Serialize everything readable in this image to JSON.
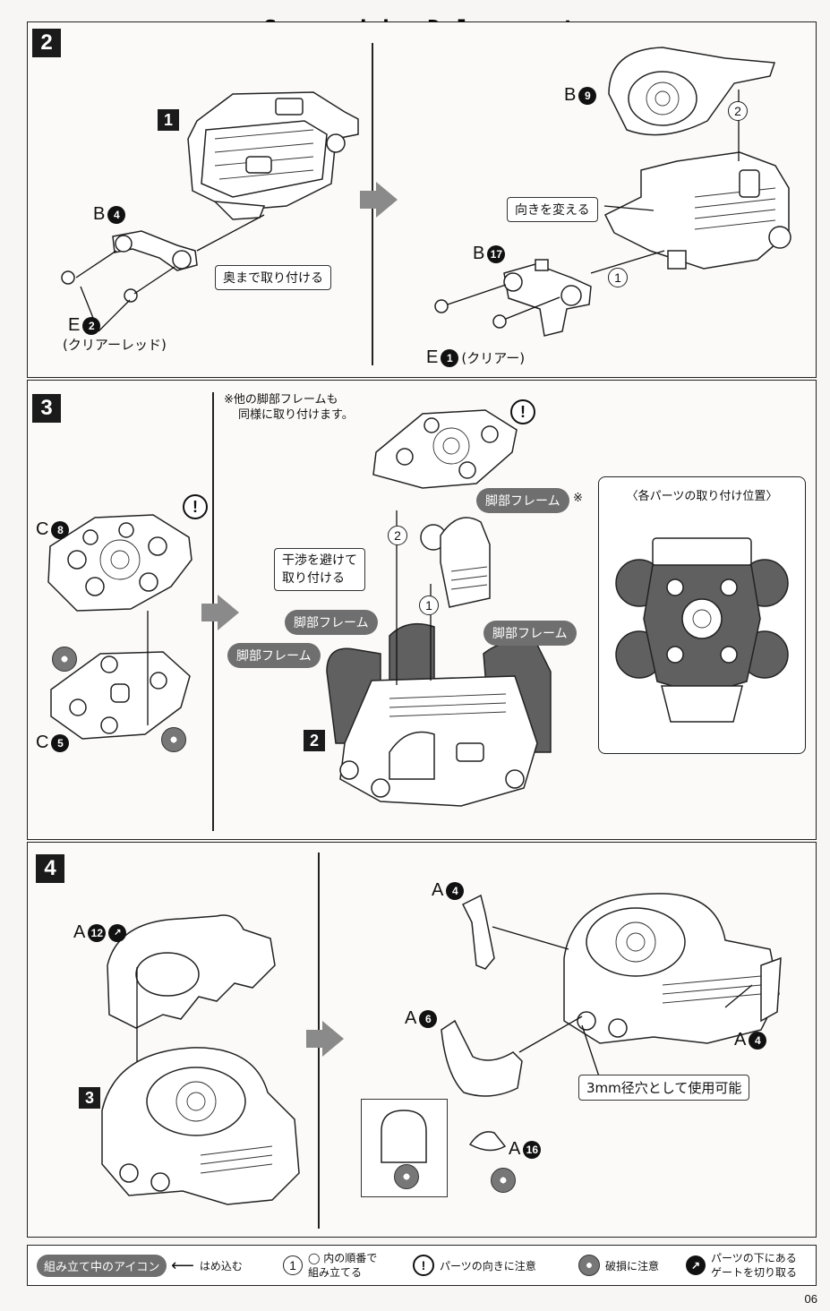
{
  "watermark": "Scanned by Dalong.net",
  "step2": {
    "number": "2",
    "sub_number": "1",
    "left": {
      "part_b": {
        "letter": "B",
        "num": "4"
      },
      "part_e": {
        "letter": "E",
        "num": "2"
      },
      "e_note": "(クリアーレッド)",
      "callout": "奥まで取り付ける"
    },
    "right": {
      "part_b_top": {
        "letter": "B",
        "num": "9"
      },
      "part_b_bottom": {
        "letter": "B",
        "num": "17"
      },
      "part_e": {
        "letter": "E",
        "num": "1"
      },
      "e_note": "(クリアー)",
      "callout": "向きを変える",
      "order_1": "1",
      "order_2": "2"
    }
  },
  "step3": {
    "number": "3",
    "note_line1": "※他の脚部フレームも",
    "note_line2": "同様に取り付けます。",
    "part_c_top": {
      "letter": "C",
      "num": "8"
    },
    "part_c_bottom": {
      "letter": "C",
      "num": "5"
    },
    "warn": "!",
    "callout_line1": "干渉を避けて",
    "callout_line2": "取り付ける",
    "leg_frame_label": "脚部フレーム",
    "leg_frame_mark": "※",
    "sub_number": "2",
    "order_1": "1",
    "order_2": "2",
    "inset_title": "〈各パーツの取り付け位置〉"
  },
  "step4": {
    "number": "4",
    "sub_number": "3",
    "part_a_top": {
      "letter": "A",
      "num": "12"
    },
    "right": {
      "part_a4_top": {
        "letter": "A",
        "num": "4"
      },
      "part_a6": {
        "letter": "A",
        "num": "6"
      },
      "part_a4_right": {
        "letter": "A",
        "num": "4"
      },
      "part_a16": {
        "letter": "A",
        "num": "16"
      },
      "callout": "3mm径穴として使用可能"
    }
  },
  "legend": {
    "title": "組み立て中のアイコン",
    "snap": "はめ込む",
    "order_num": "1",
    "order_line1": "◯ 内の順番で",
    "order_line2": "組み立てる",
    "direction": "パーツの向きに注意",
    "breakage": "破損に注意",
    "gate_line1": "パーツの下にある",
    "gate_line2": "ゲートを切り取る"
  },
  "page_number": "06"
}
